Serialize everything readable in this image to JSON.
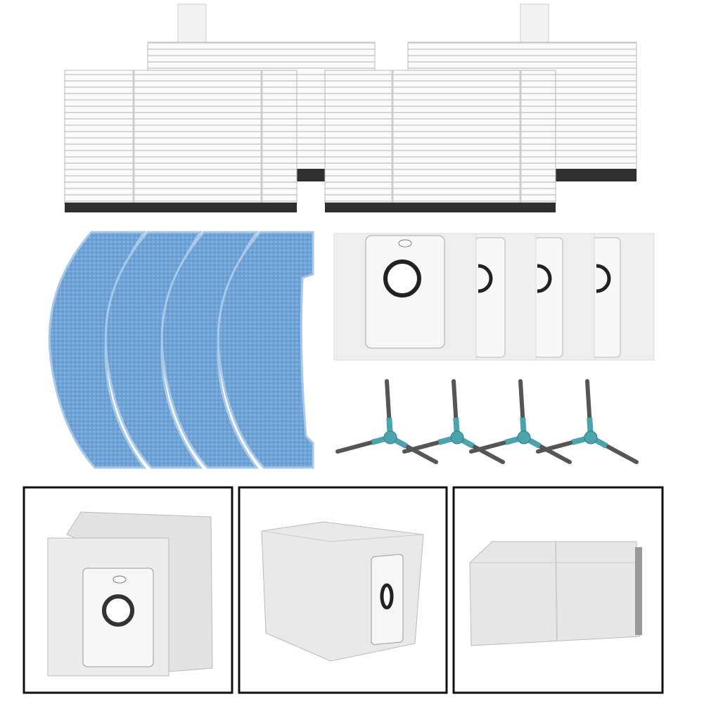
{
  "products": {
    "filters": {
      "count": 4
    },
    "mop_pads": {
      "count": 4
    },
    "dust_bags": {
      "count": 4
    },
    "side_brushes": {
      "count": 4
    },
    "bag_views": {
      "count": 3
    }
  },
  "colors": {
    "background": "#ffffff",
    "filter_frame": "#f4f4f4",
    "filter_strip": "#2e2e2e",
    "mop_blue": "#6fa3d6",
    "bag_white": "#e9e9e9",
    "brush_hub": "#4aa3ad",
    "brush_arm": "#555555",
    "panel_border": "#111111"
  }
}
